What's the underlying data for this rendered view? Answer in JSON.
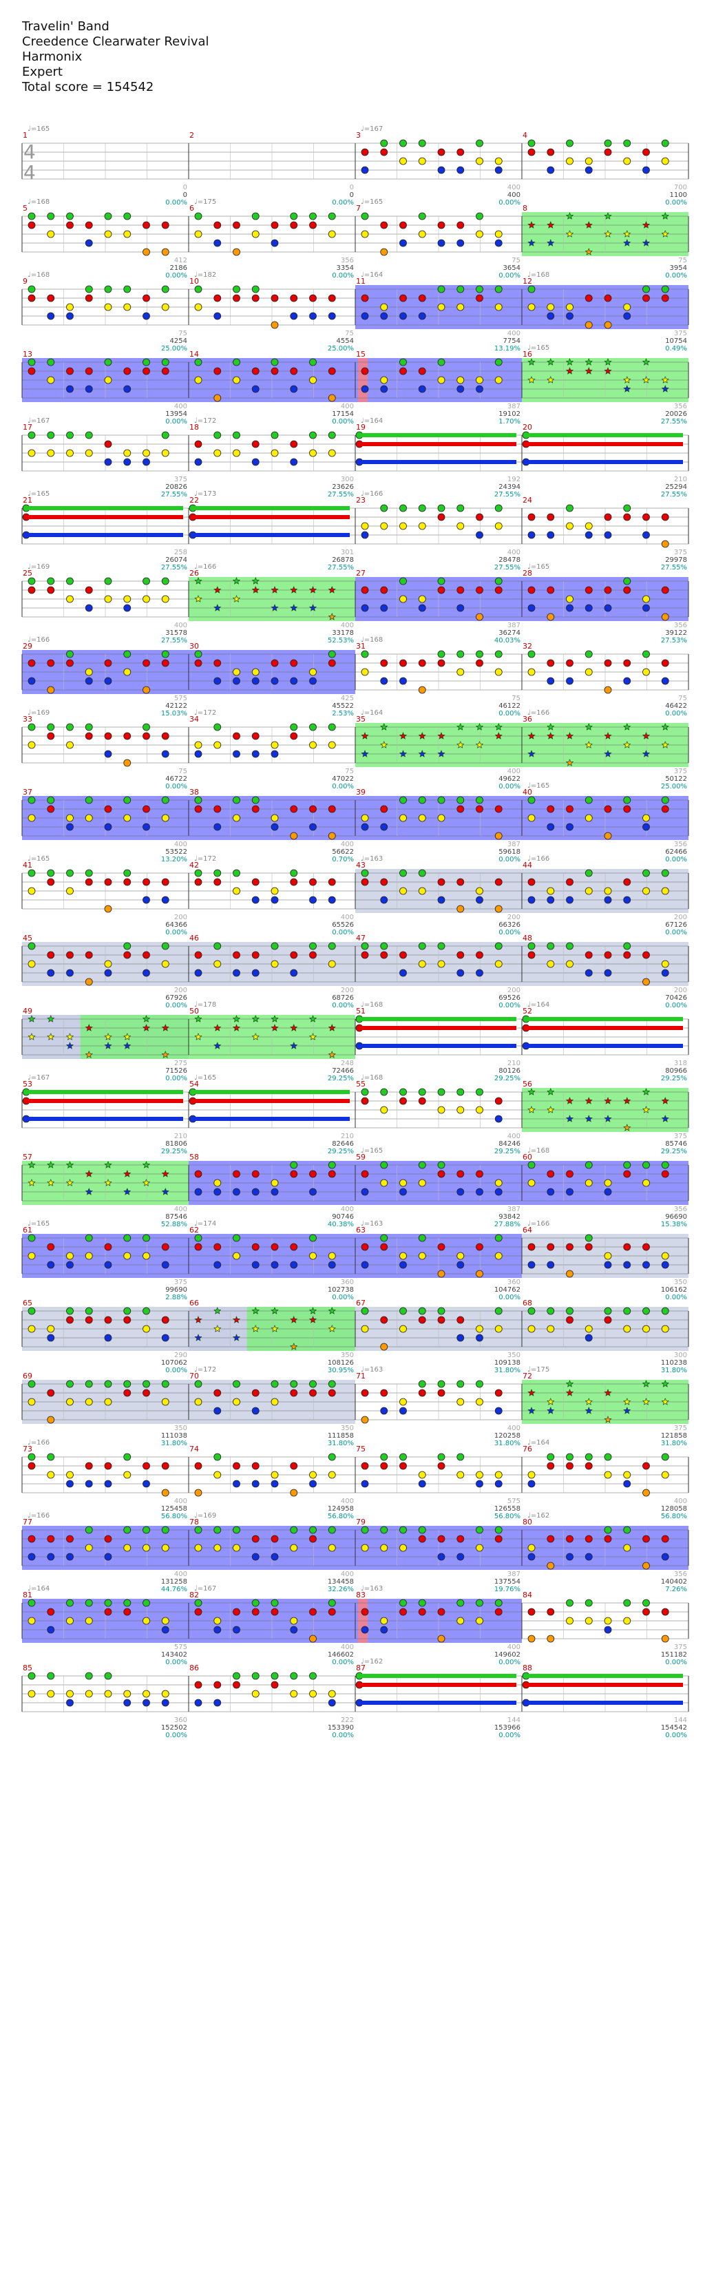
{
  "header": {
    "song_title": "Travelin' Band",
    "artist": "Creedence Clearwater Revival",
    "charter": "Harmonix",
    "difficulty": "Expert",
    "total_score": "Total score = 154542"
  },
  "time_signature": [
    "4",
    "4"
  ],
  "colors": {
    "green": "#22cc22",
    "red": "#e60000",
    "yellow": "#ffee00",
    "blue": "#1030dd",
    "orange": "#ff9900",
    "overdrive": "#8080ff",
    "starpower": "#80ee80",
    "solo": "#c0c8e0",
    "measure_label": "#cc0000",
    "percent_text": "#009999"
  },
  "measures": [
    {
      "n": "1",
      "tempo": "♩=165",
      "score": "0",
      "pct": "0.00%"
    },
    {
      "n": "2",
      "score": "0",
      "pct": "0.00%"
    },
    {
      "n": "3",
      "tempo": "♩=167",
      "score": "400",
      "pct": "0.00%"
    },
    {
      "n": "4",
      "score": "1100",
      "pct": "0.00%"
    },
    {
      "n": "5",
      "tempo": "♩=168",
      "score": "2186",
      "pct": "0.00%"
    },
    {
      "n": "6",
      "tempo": "♩=175",
      "score": "3354",
      "pct": "0.00%"
    },
    {
      "n": "7",
      "tempo": "♩=165",
      "score": "3654",
      "pct": "0.00%"
    },
    {
      "n": "8",
      "score": "3954",
      "pct": "0.00%"
    },
    {
      "n": "9",
      "tempo": "♩=168",
      "score": "4254",
      "pct": "25.00%"
    },
    {
      "n": "10",
      "tempo": "♩=182",
      "score": "4554",
      "pct": "25.00%"
    },
    {
      "n": "11",
      "tempo": "♩=164",
      "score": "7754",
      "pct": "13.19%"
    },
    {
      "n": "12",
      "tempo": "♩=168",
      "score": "10754",
      "pct": "0.49%"
    },
    {
      "n": "13",
      "score": "13954",
      "pct": "0.00%"
    },
    {
      "n": "14",
      "score": "17154",
      "pct": "0.00%"
    },
    {
      "n": "15",
      "score": "19102",
      "pct": "1.70%"
    },
    {
      "n": "16",
      "tempo": "♩=165",
      "score": "20026",
      "pct": "27.55%"
    },
    {
      "n": "17",
      "tempo": "♩=167",
      "score": "20826",
      "pct": "27.55%"
    },
    {
      "n": "18",
      "tempo": "♩=172",
      "score": "23626",
      "pct": "27.55%"
    },
    {
      "n": "19",
      "tempo": "♩=164",
      "score": "24394",
      "pct": "27.55%"
    },
    {
      "n": "20",
      "score": "25294",
      "pct": "27.55%"
    },
    {
      "n": "21",
      "tempo": "♩=165",
      "score": "26074",
      "pct": "27.55%"
    },
    {
      "n": "22",
      "tempo": "♩=173",
      "score": "26878",
      "pct": "27.55%"
    },
    {
      "n": "23",
      "tempo": "♩=166",
      "score": "28478",
      "pct": "27.55%"
    },
    {
      "n": "24",
      "score": "29978",
      "pct": "27.55%"
    },
    {
      "n": "25",
      "tempo": "♩=169",
      "score": "31578",
      "pct": "27.55%"
    },
    {
      "n": "26",
      "tempo": "♩=166",
      "score": "33178",
      "pct": "52.53%"
    },
    {
      "n": "27",
      "score": "36274",
      "pct": "40.03%"
    },
    {
      "n": "28",
      "tempo": "♩=165",
      "score": "39122",
      "pct": "27.53%"
    },
    {
      "n": "29",
      "tempo": "♩=166",
      "score": "42122",
      "pct": "15.03%"
    },
    {
      "n": "30",
      "score": "45522",
      "pct": "2.53%"
    },
    {
      "n": "31",
      "tempo": "♩=168",
      "score": "46122",
      "pct": "0.00%"
    },
    {
      "n": "32",
      "score": "46422",
      "pct": "0.00%"
    },
    {
      "n": "33",
      "tempo": "♩=169",
      "score": "46722",
      "pct": "0.00%"
    },
    {
      "n": "34",
      "tempo": "♩=172",
      "score": "47022",
      "pct": "0.00%"
    },
    {
      "n": "35",
      "tempo": "♩=164",
      "score": "49622",
      "pct": "0.00%"
    },
    {
      "n": "36",
      "tempo": "♩=166",
      "score": "50122",
      "pct": "25.00%"
    },
    {
      "n": "37",
      "score": "53522",
      "pct": "13.20%"
    },
    {
      "n": "38",
      "score": "56622",
      "pct": "0.70%"
    },
    {
      "n": "39",
      "score": "59618",
      "pct": "0.00%"
    },
    {
      "n": "40",
      "tempo": "♩=165",
      "score": "62466",
      "pct": "0.00%"
    },
    {
      "n": "41",
      "tempo": "♩=165",
      "score": "64366",
      "pct": "0.00%"
    },
    {
      "n": "42",
      "tempo": "♩=172",
      "score": "65526",
      "pct": "0.00%"
    },
    {
      "n": "43",
      "tempo": "♩=163",
      "score": "66326",
      "pct": "0.00%"
    },
    {
      "n": "44",
      "tempo": "♩=166",
      "score": "67126",
      "pct": "0.00%"
    },
    {
      "n": "45",
      "score": "67926",
      "pct": "0.00%"
    },
    {
      "n": "46",
      "score": "68726",
      "pct": "0.00%"
    },
    {
      "n": "47",
      "score": "69526",
      "pct": "0.00%"
    },
    {
      "n": "48",
      "score": "70426",
      "pct": "0.00%"
    },
    {
      "n": "49",
      "score": "71526",
      "pct": "0.00%"
    },
    {
      "n": "50",
      "tempo": "♩=178",
      "score": "72466",
      "pct": "29.25%"
    },
    {
      "n": "51",
      "tempo": "♩=168",
      "score": "80126",
      "pct": "29.25%"
    },
    {
      "n": "52",
      "tempo": "♩=164",
      "score": "80966",
      "pct": "29.25%"
    },
    {
      "n": "53",
      "tempo": "♩=167",
      "score": "81806",
      "pct": "29.25%"
    },
    {
      "n": "54",
      "tempo": "♩=165",
      "score": "82646",
      "pct": "29.25%"
    },
    {
      "n": "55",
      "tempo": "♩=168",
      "score": "84246",
      "pct": "29.25%"
    },
    {
      "n": "56",
      "score": "85746",
      "pct": "29.25%"
    },
    {
      "n": "57",
      "score": "87546",
      "pct": "52.88%"
    },
    {
      "n": "58",
      "score": "90746",
      "pct": "40.38%"
    },
    {
      "n": "59",
      "tempo": "♩=165",
      "score": "93842",
      "pct": "27.88%"
    },
    {
      "n": "60",
      "tempo": "♩=168",
      "score": "96690",
      "pct": "15.38%"
    },
    {
      "n": "61",
      "tempo": "♩=165",
      "score": "99690",
      "pct": "2.88%"
    },
    {
      "n": "62",
      "tempo": "♩=174",
      "score": "102738",
      "pct": "0.00%"
    },
    {
      "n": "63",
      "tempo": "♩=163",
      "score": "104762",
      "pct": "0.00%"
    },
    {
      "n": "64",
      "tempo": "♩=166",
      "score": "106162",
      "pct": "0.00%"
    },
    {
      "n": "65",
      "score": "107062",
      "pct": "0.00%"
    },
    {
      "n": "66",
      "score": "108126",
      "pct": "30.95%"
    },
    {
      "n": "67",
      "score": "109138",
      "pct": "31.80%"
    },
    {
      "n": "68",
      "score": "110238",
      "pct": "31.80%"
    },
    {
      "n": "69",
      "score": "111038",
      "pct": "31.80%"
    },
    {
      "n": "70",
      "tempo": "♩=172",
      "score": "111858",
      "pct": "31.80%"
    },
    {
      "n": "71",
      "tempo": "♩=163",
      "score": "120258",
      "pct": "31.80%"
    },
    {
      "n": "72",
      "tempo": "♩=175",
      "score": "121858",
      "pct": "31.80%"
    },
    {
      "n": "73",
      "tempo": "♩=166",
      "score": "125458",
      "pct": "56.80%"
    },
    {
      "n": "74",
      "score": "124958",
      "pct": "56.80%"
    },
    {
      "n": "75",
      "score": "126558",
      "pct": "56.80%"
    },
    {
      "n": "76",
      "tempo": "♩=164",
      "score": "128058",
      "pct": "56.80%"
    },
    {
      "n": "77",
      "tempo": "♩=166",
      "score": "131258",
      "pct": "44.76%"
    },
    {
      "n": "78",
      "tempo": "♩=169",
      "score": "134458",
      "pct": "32.26%"
    },
    {
      "n": "79",
      "score": "137554",
      "pct": "19.76%"
    },
    {
      "n": "80",
      "tempo": "♩=162",
      "score": "140402",
      "pct": "7.26%"
    },
    {
      "n": "81",
      "tempo": "♩=164",
      "score": "143402",
      "pct": "0.00%"
    },
    {
      "n": "82",
      "tempo": "♩=167",
      "score": "146602",
      "pct": "0.00%"
    },
    {
      "n": "83",
      "tempo": "♩=163",
      "score": "149602",
      "pct": "0.00%"
    },
    {
      "n": "84",
      "score": "151182",
      "pct": "0.00%"
    },
    {
      "n": "85",
      "score": "152502",
      "pct": "0.00%"
    },
    {
      "n": "86",
      "score": "153390",
      "pct": "0.00%"
    },
    {
      "n": "87",
      "tempo": "♩=162",
      "score": "153966",
      "pct": "0.00%"
    },
    {
      "n": "88",
      "score": "154542",
      "pct": "0.00%"
    }
  ],
  "measure_counts": [
    "0",
    "0",
    "400",
    "700",
    "412",
    "356",
    "75",
    "75",
    "75",
    "75",
    "400",
    "375",
    "400",
    "400",
    "387",
    "356",
    "375",
    "300",
    "192",
    "210",
    "258",
    "301",
    "400",
    "375",
    "400",
    "400",
    "387",
    "356",
    "575",
    "425",
    "75",
    "75",
    "75",
    "75",
    "400",
    "375",
    "400",
    "400",
    "387",
    "356",
    "200",
    "400",
    "200",
    "200",
    "200",
    "200",
    "200",
    "200",
    "275",
    "248",
    "210",
    "318",
    "210",
    "210",
    "400",
    "375",
    "400",
    "400",
    "387",
    "356",
    "375",
    "360",
    "360",
    "350",
    "290",
    "350",
    "350",
    "300",
    "350",
    "350",
    "400",
    "375",
    "400",
    "400",
    "575",
    "400",
    "400",
    "400",
    "387",
    "356",
    "575",
    "400",
    "400",
    "375",
    "360",
    "222",
    "144",
    "144"
  ],
  "section_types": {
    "1": "normal",
    "2": "normal",
    "3": "normal",
    "4": "normal",
    "5": "normal",
    "6": "normal",
    "7": "normal",
    "8": "star",
    "9": "normal",
    "10": "normal",
    "11": "od",
    "12": "od",
    "13": "od",
    "14": "od",
    "15": "od-red",
    "16": "star",
    "17": "normal",
    "18": "normal",
    "19": "normal",
    "20": "normal",
    "21": "normal",
    "22": "normal",
    "23": "normal",
    "24": "normal",
    "25": "normal",
    "26": "star",
    "27": "od",
    "28": "od",
    "29": "od",
    "30": "od",
    "31": "normal",
    "32": "normal",
    "33": "normal",
    "34": "normal",
    "35": "star",
    "36": "star",
    "37": "od",
    "38": "od",
    "39": "od",
    "40": "od",
    "41": "normal",
    "42": "normal",
    "43": "solo",
    "44": "solo",
    "45": "solo",
    "46": "solo",
    "47": "solo",
    "48": "solo",
    "49": "solo-star",
    "50": "star",
    "51": "normal",
    "52": "normal",
    "53": "normal",
    "54": "normal",
    "55": "normal",
    "56": "star",
    "57": "star",
    "58": "od",
    "59": "od",
    "60": "od",
    "61": "od",
    "62": "od",
    "63": "od-solo",
    "64": "solo",
    "65": "solo",
    "66": "solo-star",
    "67": "solo",
    "68": "solo",
    "69": "solo",
    "70": "solo",
    "71": "normal",
    "72": "star",
    "73": "normal",
    "74": "normal",
    "75": "normal",
    "76": "normal",
    "77": "od",
    "78": "od",
    "79": "od",
    "80": "od",
    "81": "od",
    "82": "od",
    "83": "od-red",
    "84": "normal",
    "85": "normal",
    "86": "normal",
    "87": "normal",
    "88": "normal"
  }
}
